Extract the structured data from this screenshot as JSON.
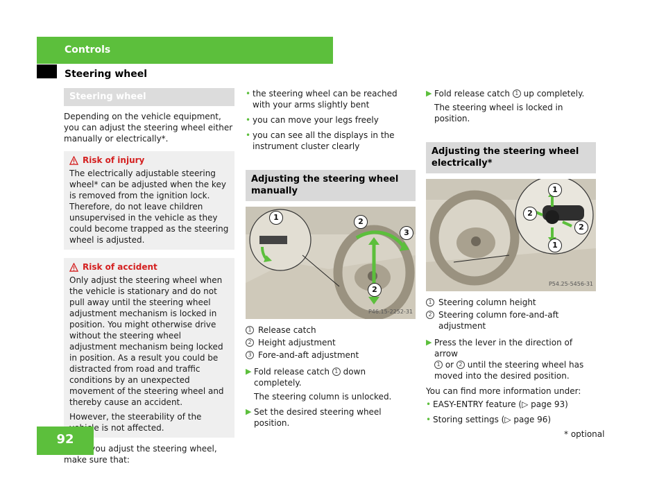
{
  "header": {
    "chapter": "Controls",
    "section": "Steering wheel"
  },
  "page": {
    "number": "92",
    "footnote": "* optional"
  },
  "col1": {
    "band": "Steering wheel",
    "intro": "Depending on the vehicle equipment, you can adjust the steering wheel either manually or electrically*.",
    "warning1": {
      "title": "Risk of injury",
      "text": "The electrically adjustable steering wheel* can be adjusted when the key is removed from the ignition lock. Therefore, do not leave children unsupervised in the vehicle as they could become trapped as the steering wheel is adjusted."
    },
    "warning2": {
      "title": "Risk of accident",
      "text1": "Only adjust the steering wheel when the vehicle is stationary and do not pull away until the steering wheel adjustment mechanism is locked in position. You might otherwise drive without the steering wheel adjustment mechanism being locked in position. As a result you could be distracted from road and traffic conditions by an unexpected movement of the steering wheel and thereby cause an accident.",
      "text2": "However, the steerability of the vehicle is not affected."
    },
    "outro": "When you adjust the steering wheel, make sure that:"
  },
  "col2": {
    "bullets": [
      "the steering wheel can be reached with your arms slightly bent",
      "you can move your legs freely",
      "you can see all the displays in the instrument cluster clearly"
    ],
    "band": "Adjusting the steering wheel manually",
    "figure_code": "P46.15-2252-31",
    "legend": [
      {
        "n": "1",
        "text": "Release catch"
      },
      {
        "n": "2",
        "text": "Height adjustment"
      },
      {
        "n": "3",
        "text": "Fore-and-aft adjustment"
      }
    ],
    "step1_a": "Fold release catch",
    "step1_n": "1",
    "step1_b": "down completely.",
    "step1_note": "The steering column is unlocked.",
    "step2": "Set the desired steering wheel position."
  },
  "col3": {
    "step1_a": "Fold release catch",
    "step1_n": "1",
    "step1_b": "up completely.",
    "step1_note": "The steering wheel is locked in position.",
    "band": "Adjusting the steering wheel electrically*",
    "figure_code": "P54.25-5456-31",
    "legend": [
      {
        "n": "1",
        "text": "Steering column height"
      },
      {
        "n": "2",
        "text": "Steering column fore-and-aft adjustment"
      }
    ],
    "step2_a": "Press the lever in the direction of arrow",
    "step2_n1": "1",
    "step2_or": "or",
    "step2_n2": "2",
    "step2_b": "until the steering wheel has moved into the desired position.",
    "more": "You can find more information under:",
    "refs": [
      "EASY-ENTRY feature (▷ page 93)",
      "Storing settings (▷ page 96)"
    ]
  },
  "colors": {
    "accent": "#5cbf3c",
    "warning": "#d42020",
    "band": "#d9d9d9"
  }
}
